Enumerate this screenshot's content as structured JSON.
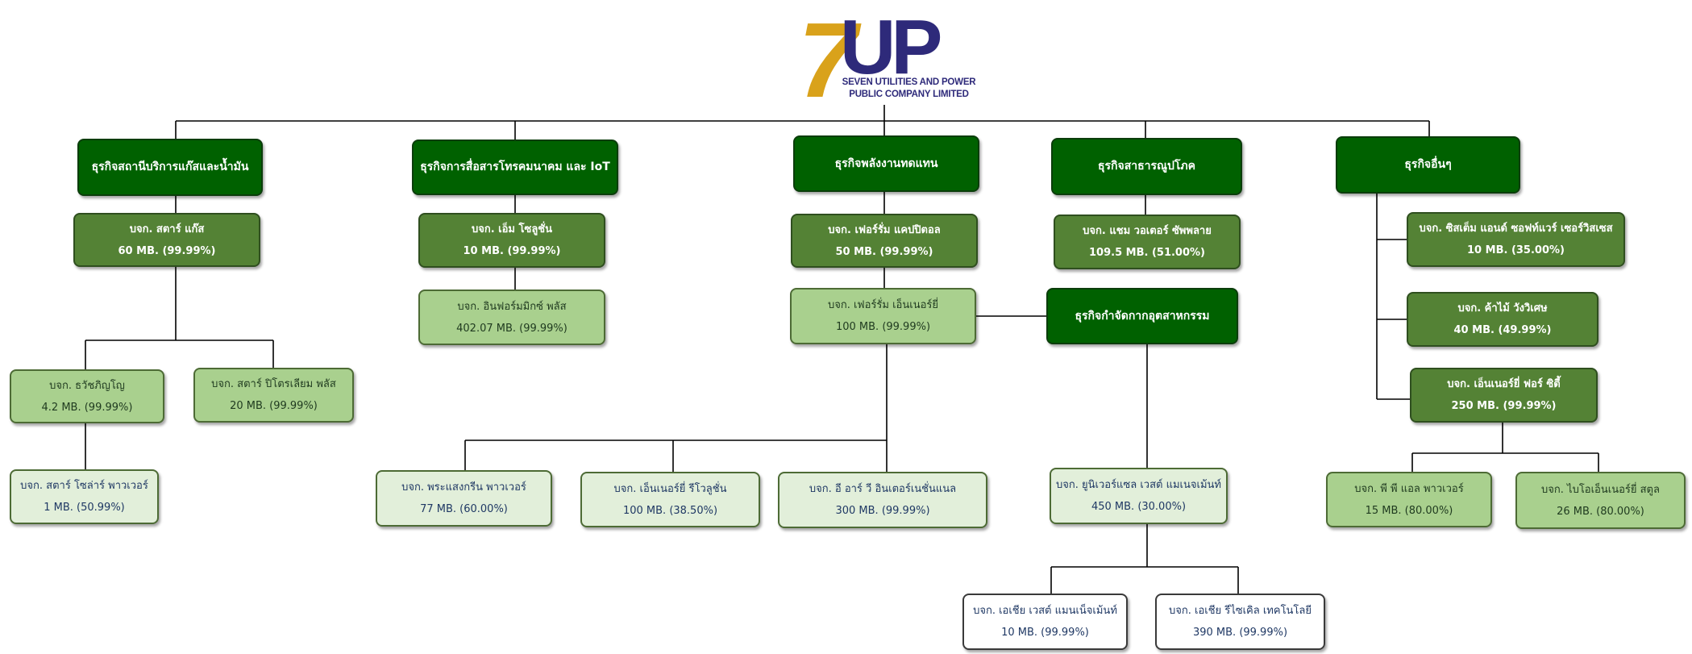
{
  "logo": {
    "mark_number": "7",
    "mark_letters": "UP",
    "line1": "SEVEN UTILITIES AND POWER",
    "line2": "PUBLIC COMPANY LIMITED",
    "colors": {
      "gold": "#d9a21b",
      "navy": "#2e2a7a"
    }
  },
  "colors": {
    "dark_green": "#006100",
    "mid_green": "#548235",
    "light_green": "#a9d08e",
    "pale_green": "#e2efda",
    "connector": "#000000"
  },
  "nodes": {
    "cat_gas": {
      "line1": "ธุรกิจสถานีบริการแก๊สและน้ำมัน"
    },
    "cat_telecom": {
      "line1": "ธุรกิจการสื่อสารโทรคมนาคม และ IoT"
    },
    "cat_renewable": {
      "line1": "ธุรกิจพลังงานทดแทน"
    },
    "cat_utilities": {
      "line1": "ธุรกิจสาธารณูปโภค"
    },
    "cat_other": {
      "line1": "ธุรกิจอื่นๆ"
    },
    "cat_waste": {
      "line1": "ธุรกิจกำจัดกากอุตสาหกรรม"
    },
    "star_gas": {
      "line1": "บจก. สตาร์ แก๊ส",
      "line2": "60 MB. (99.99%)"
    },
    "m_solution": {
      "line1": "บจก. เอ็ม โซลูชั่น",
      "line2": "10 MB. (99.99%)"
    },
    "inform_mix": {
      "line1": "บจก. อินฟอร์มมิกซ์ พลัส",
      "line2": "402.07 MB. (99.99%)"
    },
    "forum_capital": {
      "line1": "บจก. เฟอร์รั่ม แคปปิตอล",
      "line2": "50 MB. (99.99%)"
    },
    "forum_energy": {
      "line1": "บจก. เฟอร์รั่ม เอ็นเนอร์ยี่",
      "line2": "100 MB. (99.99%)"
    },
    "champ_water": {
      "line1": "บจก. แชม วอเตอร์ ซัพพลาย",
      "line2": "109.5 MB. (51.00%)"
    },
    "system_software": {
      "line1": "บจก. ซิสเต็ม แอนด์ ซอฟท์แวร์ เซอร์วิสเซส",
      "line2": "10 MB. (35.00%)"
    },
    "lumber": {
      "line1": "บจก. ค้าไม้ วังวิเศษ",
      "line2": "40 MB. (49.99%)"
    },
    "energy_for_city": {
      "line1": "บจก. เอ็นเนอร์ยี่ ฟอร์ ซิตี้",
      "line2": "250 MB. (99.99%)"
    },
    "wat_panya": {
      "line1": "บจก. ธวัชภิญโญ",
      "line2": "4.2 MB. (99.99%)"
    },
    "star_petroleum": {
      "line1": "บจก. สตาร์ ปิโตรเลียม พลัส",
      "line2": "20 MB. (99.99%)"
    },
    "star_solar": {
      "line1": "บจก. สตาร์ โซล่าร์ พาวเวอร์",
      "line2": "1 MB. (50.99%)"
    },
    "pra_sang_green": {
      "line1": "บจก. พระแสงกรีน พาวเวอร์",
      "line2": "77 MB. (60.00%)"
    },
    "energy_revolution": {
      "line1": "บจก. เอ็นเนอร์ยี่ รีโวลูชั่น",
      "line2": "100 MB. (38.50%)"
    },
    "erv_international": {
      "line1": "บจก. อี อาร์ วี อินเตอร์เนชั่นแนล",
      "line2": "300 MB. (99.99%)"
    },
    "universal_waste": {
      "line1": "บจก. ยูนิเวอร์แซล เวสต์ แมเนจเม้นท์",
      "line2": "450 MB. (30.00%)"
    },
    "asia_waste": {
      "line1": "บจก. เอเชีย เวสต์ แมนเน็จเม้นท์",
      "line2": "10 MB. (99.99%)"
    },
    "asia_recycle": {
      "line1": "บจก. เอเชีย รีไซเคิล เทคโนโลยี",
      "line2": "390 MB. (99.99%)"
    },
    "ppl_power": {
      "line1": "บจก. พี พี แอล พาวเวอร์",
      "line2": "15 MB. (80.00%)"
    },
    "bio_energy": {
      "line1": "บจก. ไบโอเอ็นเนอร์ยี่ สตูล",
      "line2": "26 MB. (80.00%)"
    }
  }
}
